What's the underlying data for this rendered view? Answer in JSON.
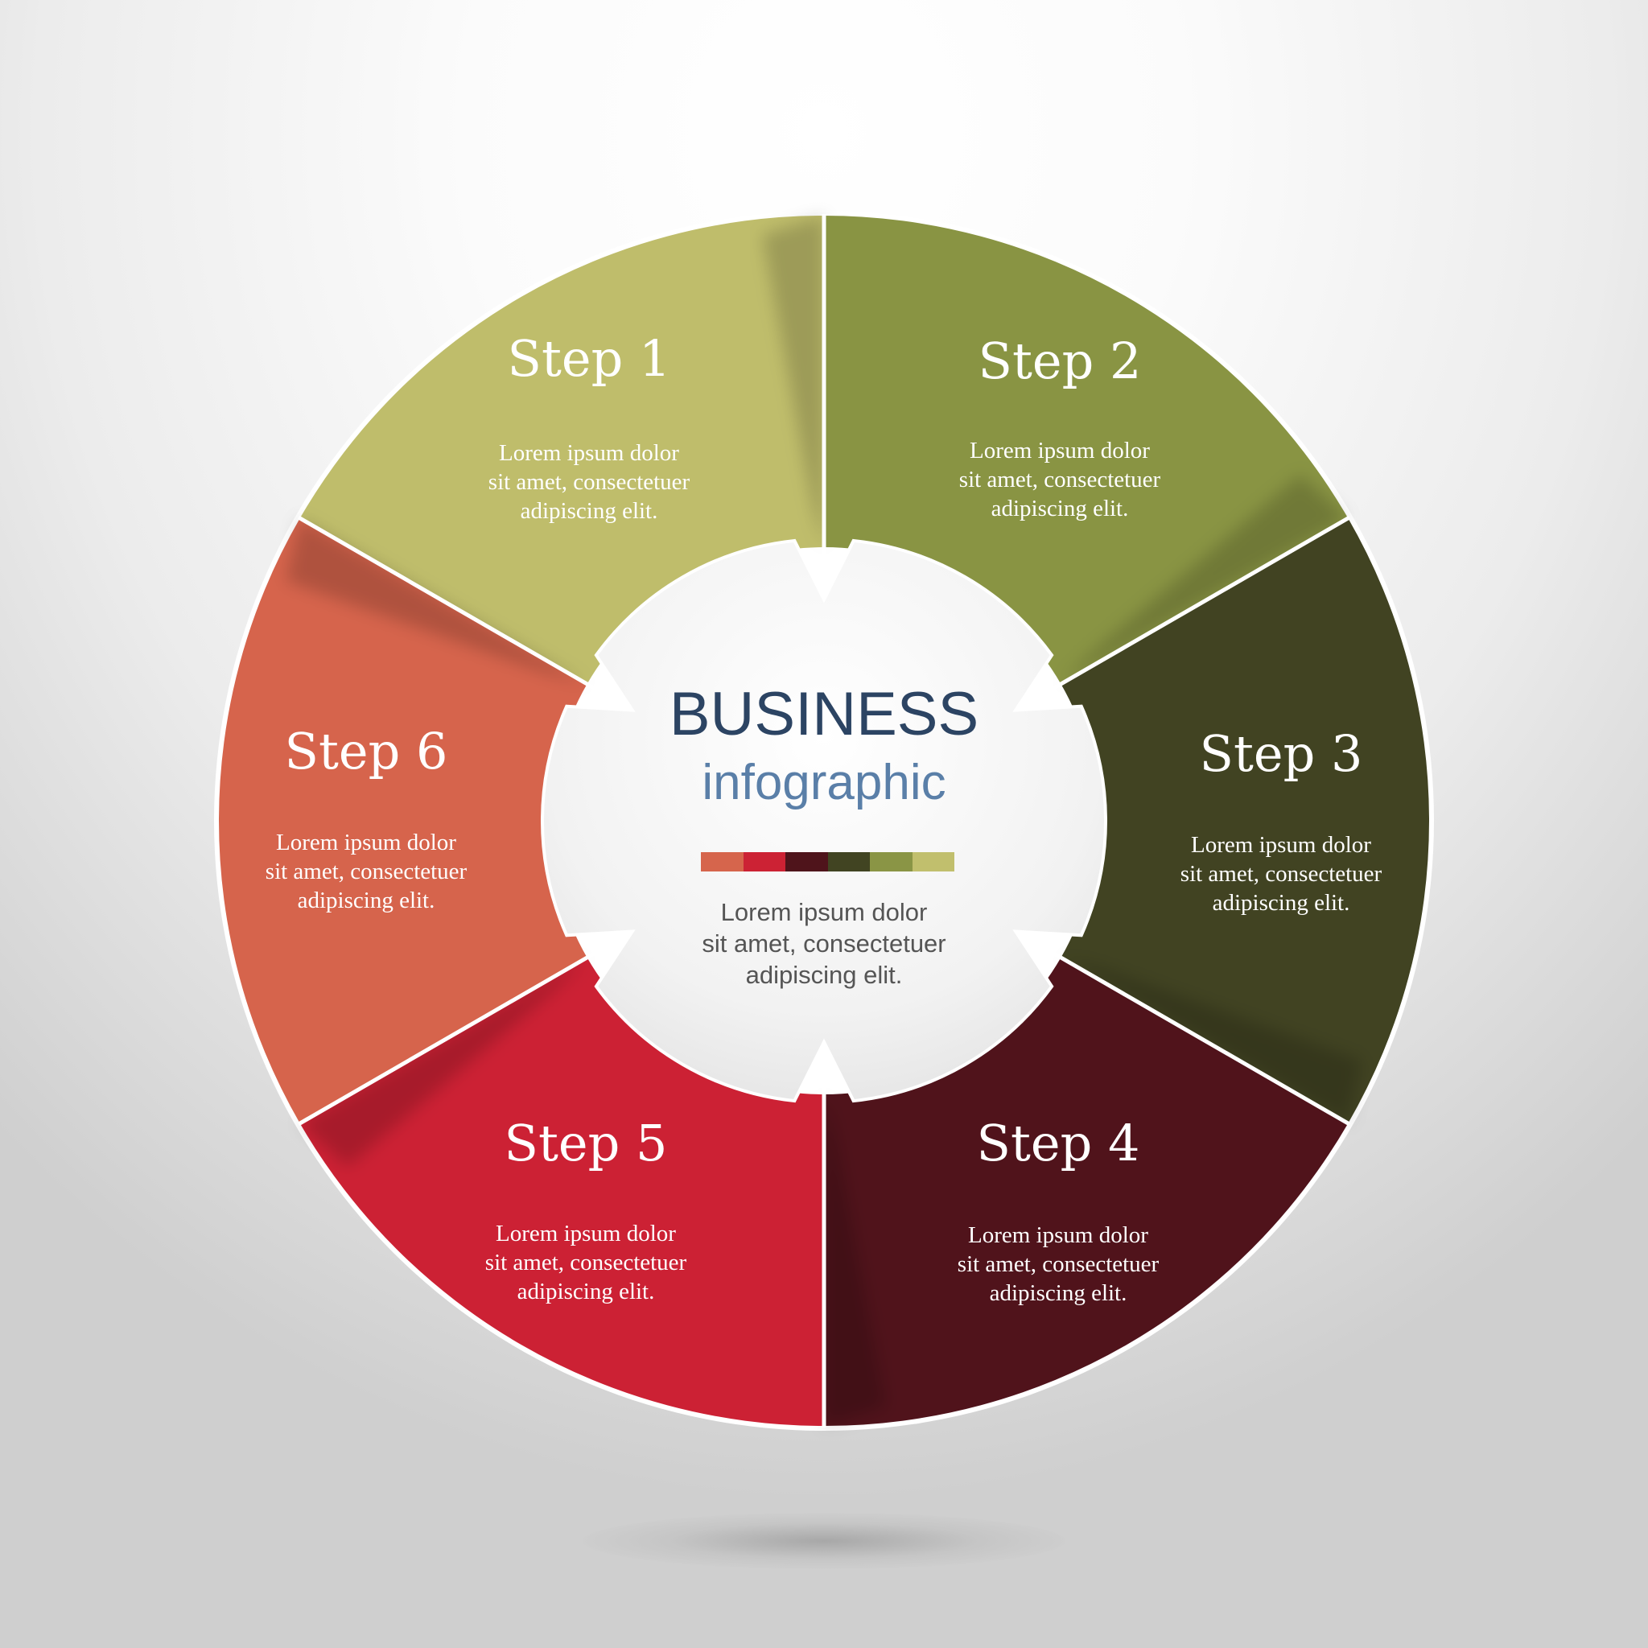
{
  "center": {
    "title": "BUSINESS",
    "subtitle": "infographic",
    "description_lines": [
      "Lorem ipsum dolor",
      "sit amet, consectetuer",
      "adipiscing elit."
    ],
    "title_color": "#2c4463",
    "subtitle_color": "#5a7fa8"
  },
  "color_bar": [
    "#d6654c",
    "#cc2234",
    "#4f141b",
    "#414422",
    "#8a9545",
    "#c1bf6d"
  ],
  "steps": [
    {
      "title": "Step 1",
      "color": "#bfbd6b",
      "description_lines": [
        "Lorem ipsum dolor",
        "sit amet, consectetuer",
        "adipiscing elit."
      ]
    },
    {
      "title": "Step 2",
      "color": "#899443",
      "description_lines": [
        "Lorem ipsum dolor",
        "sit amet, consectetuer",
        "adipiscing elit."
      ]
    },
    {
      "title": "Step 3",
      "color": "#414322",
      "description_lines": [
        "Lorem ipsum dolor",
        "sit amet, consectetuer",
        "adipiscing elit."
      ]
    },
    {
      "title": "Step 4",
      "color": "#50131b",
      "description_lines": [
        "Lorem ipsum dolor",
        "sit amet, consectetuer",
        "adipiscing elit."
      ]
    },
    {
      "title": "Step 5",
      "color": "#cc2134",
      "description_lines": [
        "Lorem ipsum dolor",
        "sit amet, consectetuer",
        "adipiscing elit."
      ]
    },
    {
      "title": "Step 6",
      "color": "#d6644c",
      "description_lines": [
        "Lorem ipsum dolor",
        "sit amet, consectetuer",
        "adipiscing elit."
      ]
    }
  ]
}
